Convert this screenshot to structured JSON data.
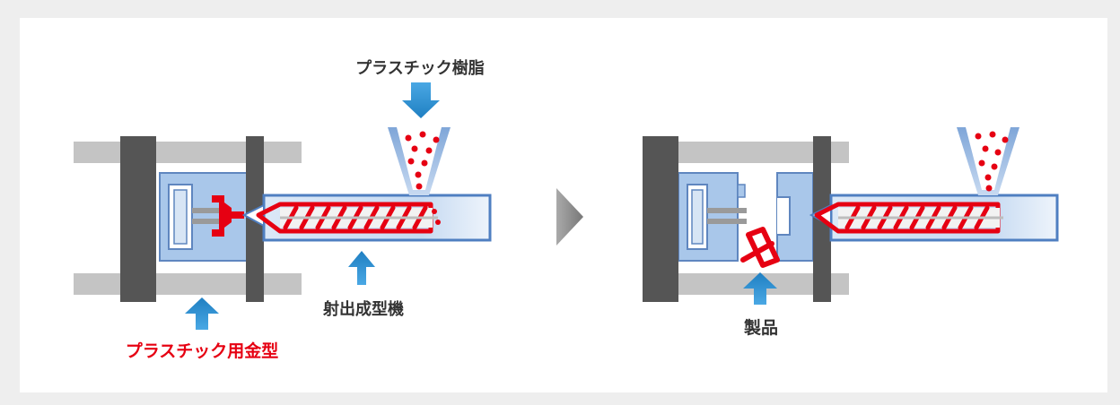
{
  "labels": {
    "resin": "プラスチック樹脂",
    "machine": "射出成型機",
    "mold": "プラスチック用金型",
    "product": "製品"
  },
  "colors": {
    "background": "#eeeeee",
    "panel": "#ffffff",
    "arrow_blue": "#2b8fd1",
    "plastic_red": "#e60012",
    "frame_dark": "#555555",
    "tie_bar": "#c4c4c4",
    "mold_blue": "#a9c7ea",
    "barrel_blue": "#9fc0e8"
  },
  "icons": [
    "down-arrow-icon",
    "up-arrow-icon",
    "next-step-chevron-icon"
  ]
}
